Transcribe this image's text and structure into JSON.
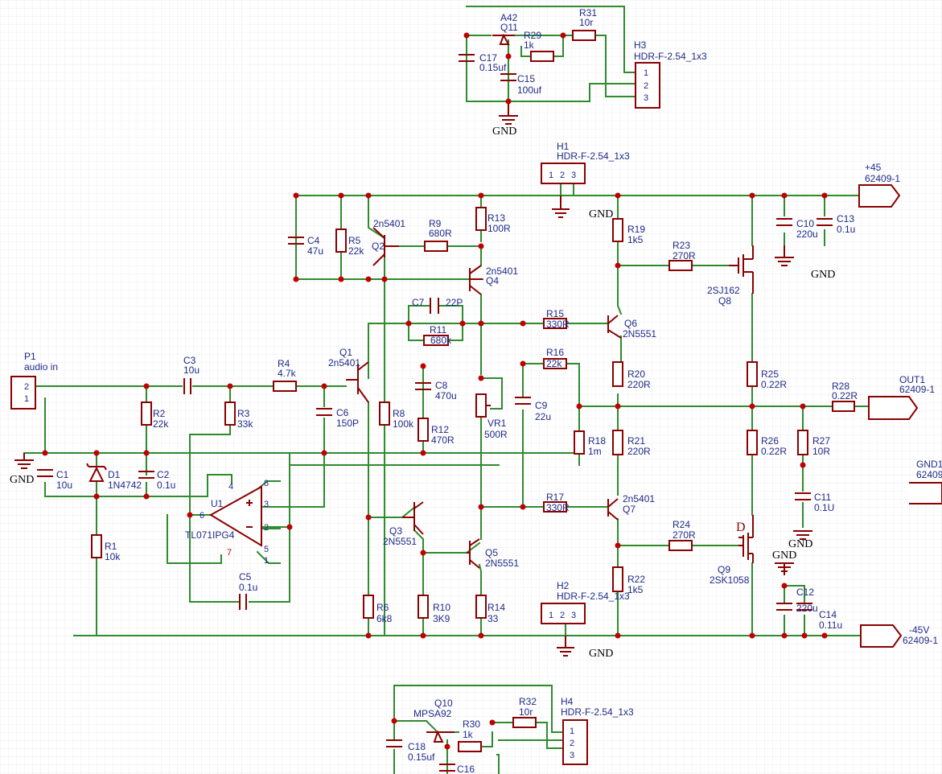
{
  "diagram": {
    "ground_label": "GND",
    "labels": {
      "a42": "A42",
      "q11": "Q11",
      "r29": "R29",
      "r29v": "1k",
      "r31": "R31",
      "r31v": "10r",
      "c17": "C17",
      "c17v": "0.15uf",
      "c15": "C15",
      "c15v": "100uf",
      "h3": "H3",
      "h3v": "HDR-F-2.54_1x3",
      "h1": "H1",
      "h1v": "HDR-F-2.54_1x3",
      "p45": "+45",
      "p45v": "62409-1",
      "c4": "C4",
      "c4v": "47u",
      "r5": "R5",
      "r5v": "22k",
      "q2t": "2n5401",
      "q2": "Q2",
      "r9": "R9",
      "r9v": "680R",
      "r13": "R13",
      "r13v": "100R",
      "q4t": "2n5401",
      "q4": "Q4",
      "r19": "R19",
      "r19v": "1k5",
      "r23": "R23",
      "r23v": "270R",
      "q8t": "2SJ162",
      "q8": "Q8",
      "c10": "C10",
      "c10v": "220u",
      "c13": "C13",
      "c13v": "0.1u",
      "c7": "C7",
      "c7v": "22P",
      "r11": "R11",
      "r11v": "680k",
      "r15": "R15",
      "r15v": "330R",
      "q6": "Q6",
      "q6t": "2N5551",
      "p1": "P1",
      "p1v": "audio in",
      "c3": "C3",
      "c3v": "10u",
      "r4": "R4",
      "r4v": "4.7k",
      "q1": "Q1",
      "q1t": "2n5401",
      "r16": "R16",
      "r16v": "22k",
      "c8": "C8",
      "c8v": "470u",
      "r20": "R20",
      "r20v": "220R",
      "r25": "R25",
      "r25v": "0.22R",
      "r28": "R28",
      "r28v": "0.22R",
      "out1": "OUT1",
      "out1v": "62409-1",
      "r2": "R2",
      "r2v": "22k",
      "r3": "R3",
      "r3v": "33k",
      "c6": "C6",
      "c6v": "150P",
      "r8": "R8",
      "r8v": "100k",
      "r12": "R12",
      "r12v": "470R",
      "vr1": "VR1",
      "vr1v": "500R",
      "c9": "C9",
      "c9v": "22u",
      "r18": "R18",
      "r18v": "1m",
      "r21": "R21",
      "r21v": "220R",
      "r26": "R26",
      "r26v": "0.22R",
      "r27": "R27",
      "r27v": "10R",
      "gnd1": "GND1",
      "gnd1v": "62409",
      "c1": "C1",
      "c1v": "10u",
      "d1": "D1",
      "d1v": "1N4742",
      "c2": "C2",
      "c2v": "0.1u",
      "u1": "U1",
      "u1v": "TL071IPG4",
      "c11": "C11",
      "c11v": "0.1U",
      "r17": "R17",
      "r17v": "330R",
      "q7t": "2n5401",
      "q7": "Q7",
      "q3": "Q3",
      "q3t": "2N5551",
      "r24": "R24",
      "r24v": "270R",
      "q9": "Q9",
      "q9t": "2SK1058",
      "q9d": "D",
      "r1": "R1",
      "r1v": "10k",
      "q5": "Q5",
      "q5t": "2N5551",
      "c5": "C5",
      "c5v": "0.1u",
      "h2": "H2",
      "h2v": "HDR-F-2.54_1x3",
      "r22": "R22",
      "r22v": "1k5",
      "c12": "C12",
      "c12v": "220u",
      "c14": "C14",
      "c14v": "0.11u",
      "m45": "-45V",
      "m45v": "62409-1",
      "r6": "R6",
      "r6v": "6k8",
      "r10": "R10",
      "r10v": "3K9",
      "r14": "R14",
      "r14v": "33",
      "q10": "Q10",
      "q10t": "MPSA92",
      "r30": "R30",
      "r30v": "1k",
      "r32": "R32",
      "r32v": "10r",
      "h4": "H4",
      "h4v": "HDR-F-2.54_1x3",
      "c18": "C18",
      "c18v": "0.15uf",
      "c16": "C16"
    }
  }
}
